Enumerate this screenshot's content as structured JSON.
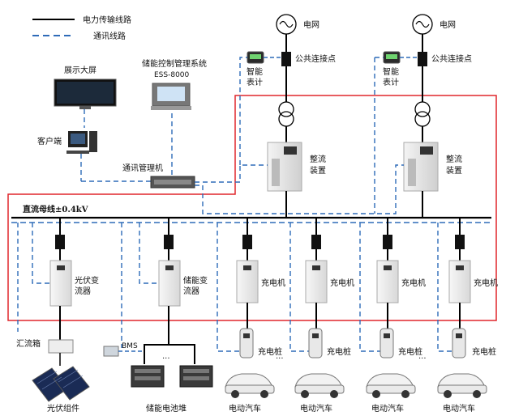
{
  "legend": {
    "power_line": "电力传输线路",
    "comm_line": "通讯线路"
  },
  "grid_left": "电网",
  "grid_right": "电网",
  "pcc_left": "公共连接点",
  "pcc_right": "公共连接点",
  "meter_left_line1": "智能",
  "meter_left_line2": "表计",
  "meter_right_line1": "智能",
  "meter_right_line2": "表计",
  "display_screen": "展示大屏",
  "ems_line1": "储能控制管理系统",
  "ems_line2": "ESS-8000",
  "client": "客户端",
  "comm_manager": "通讯管理机",
  "rectifier_left_line1": "整流",
  "rectifier_left_line2": "装置",
  "rectifier_right_line1": "整流",
  "rectifier_right_line2": "装置",
  "dc_bus": "直流母线±0.4kV",
  "pv_converter_line1": "光伏变",
  "pv_converter_line2": "流器",
  "storage_converter_line1": "储能变",
  "storage_converter_line2": "流器",
  "chargers": [
    "充电机",
    "充电机",
    "充电机",
    "充电机"
  ],
  "charge_piles": [
    "充电桩",
    "充电桩",
    "充电桩",
    "充电桩"
  ],
  "combiner_box": "汇流箱",
  "bms": "BMS",
  "pv_modules": "光伏组件",
  "battery_stack": "储能电池堆",
  "evs": [
    "电动汽车",
    "电动汽车",
    "电动汽车",
    "电动汽车"
  ],
  "ellipsis": "···",
  "colors": {
    "power": "#000000",
    "comm": "#2e6bb8",
    "boundary": "#e0262b",
    "cabinet": "#e9e9e9"
  }
}
